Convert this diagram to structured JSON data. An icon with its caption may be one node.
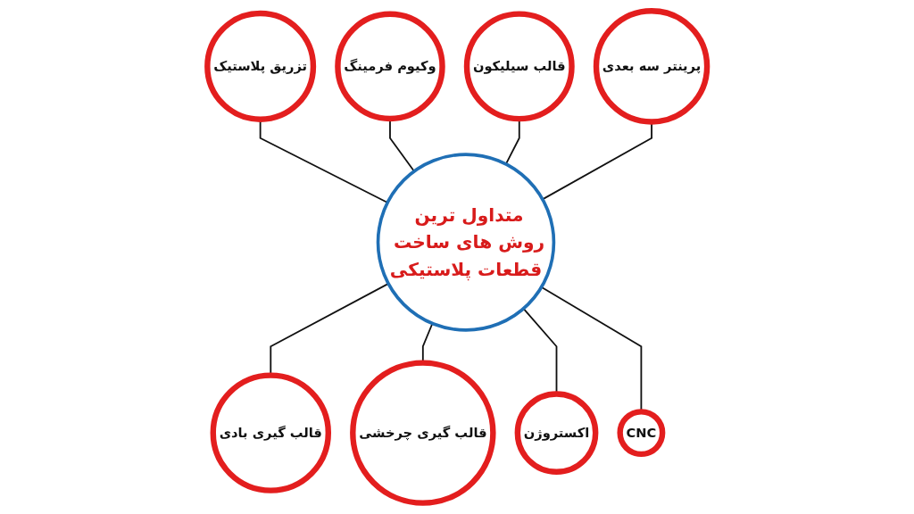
{
  "diagram": {
    "nodes": [
      {
        "text": [
          "متداول ترین روش های ساخت قطعات پلاستیکی"
        ]
      },
      {
        "text": [
          "تزریق پلاستیک"
        ]
      },
      {
        "text": [
          "وکیوم فرمینگ"
        ]
      },
      {
        "text": [
          "قالب سیلیکون"
        ]
      },
      {
        "text": [
          "پرینتر سه بعدی"
        ]
      },
      {
        "text": [
          "قالب گیری بادی"
        ]
      },
      {
        "text": [
          "قالب گیری چرخشی"
        ]
      },
      {
        "text": [
          "اکستروژن"
        ]
      },
      {
        "text": [
          "CNC"
        ]
      }
    ],
    "edges": [
      {
        "from": 1,
        "to": 0,
        "arrow": "none"
      },
      {
        "from": 2,
        "to": 0,
        "arrow": "none"
      },
      {
        "from": 3,
        "to": 0,
        "arrow": "none"
      },
      {
        "from": 4,
        "to": 0,
        "arrow": "none"
      },
      {
        "from": 0,
        "to": 5,
        "arrow": "none"
      },
      {
        "from": 0,
        "to": 6,
        "arrow": "none"
      },
      {
        "from": 0,
        "to": 7,
        "arrow": "none"
      },
      {
        "from": 0,
        "to": 8,
        "arrow": "none"
      }
    ]
  }
}
